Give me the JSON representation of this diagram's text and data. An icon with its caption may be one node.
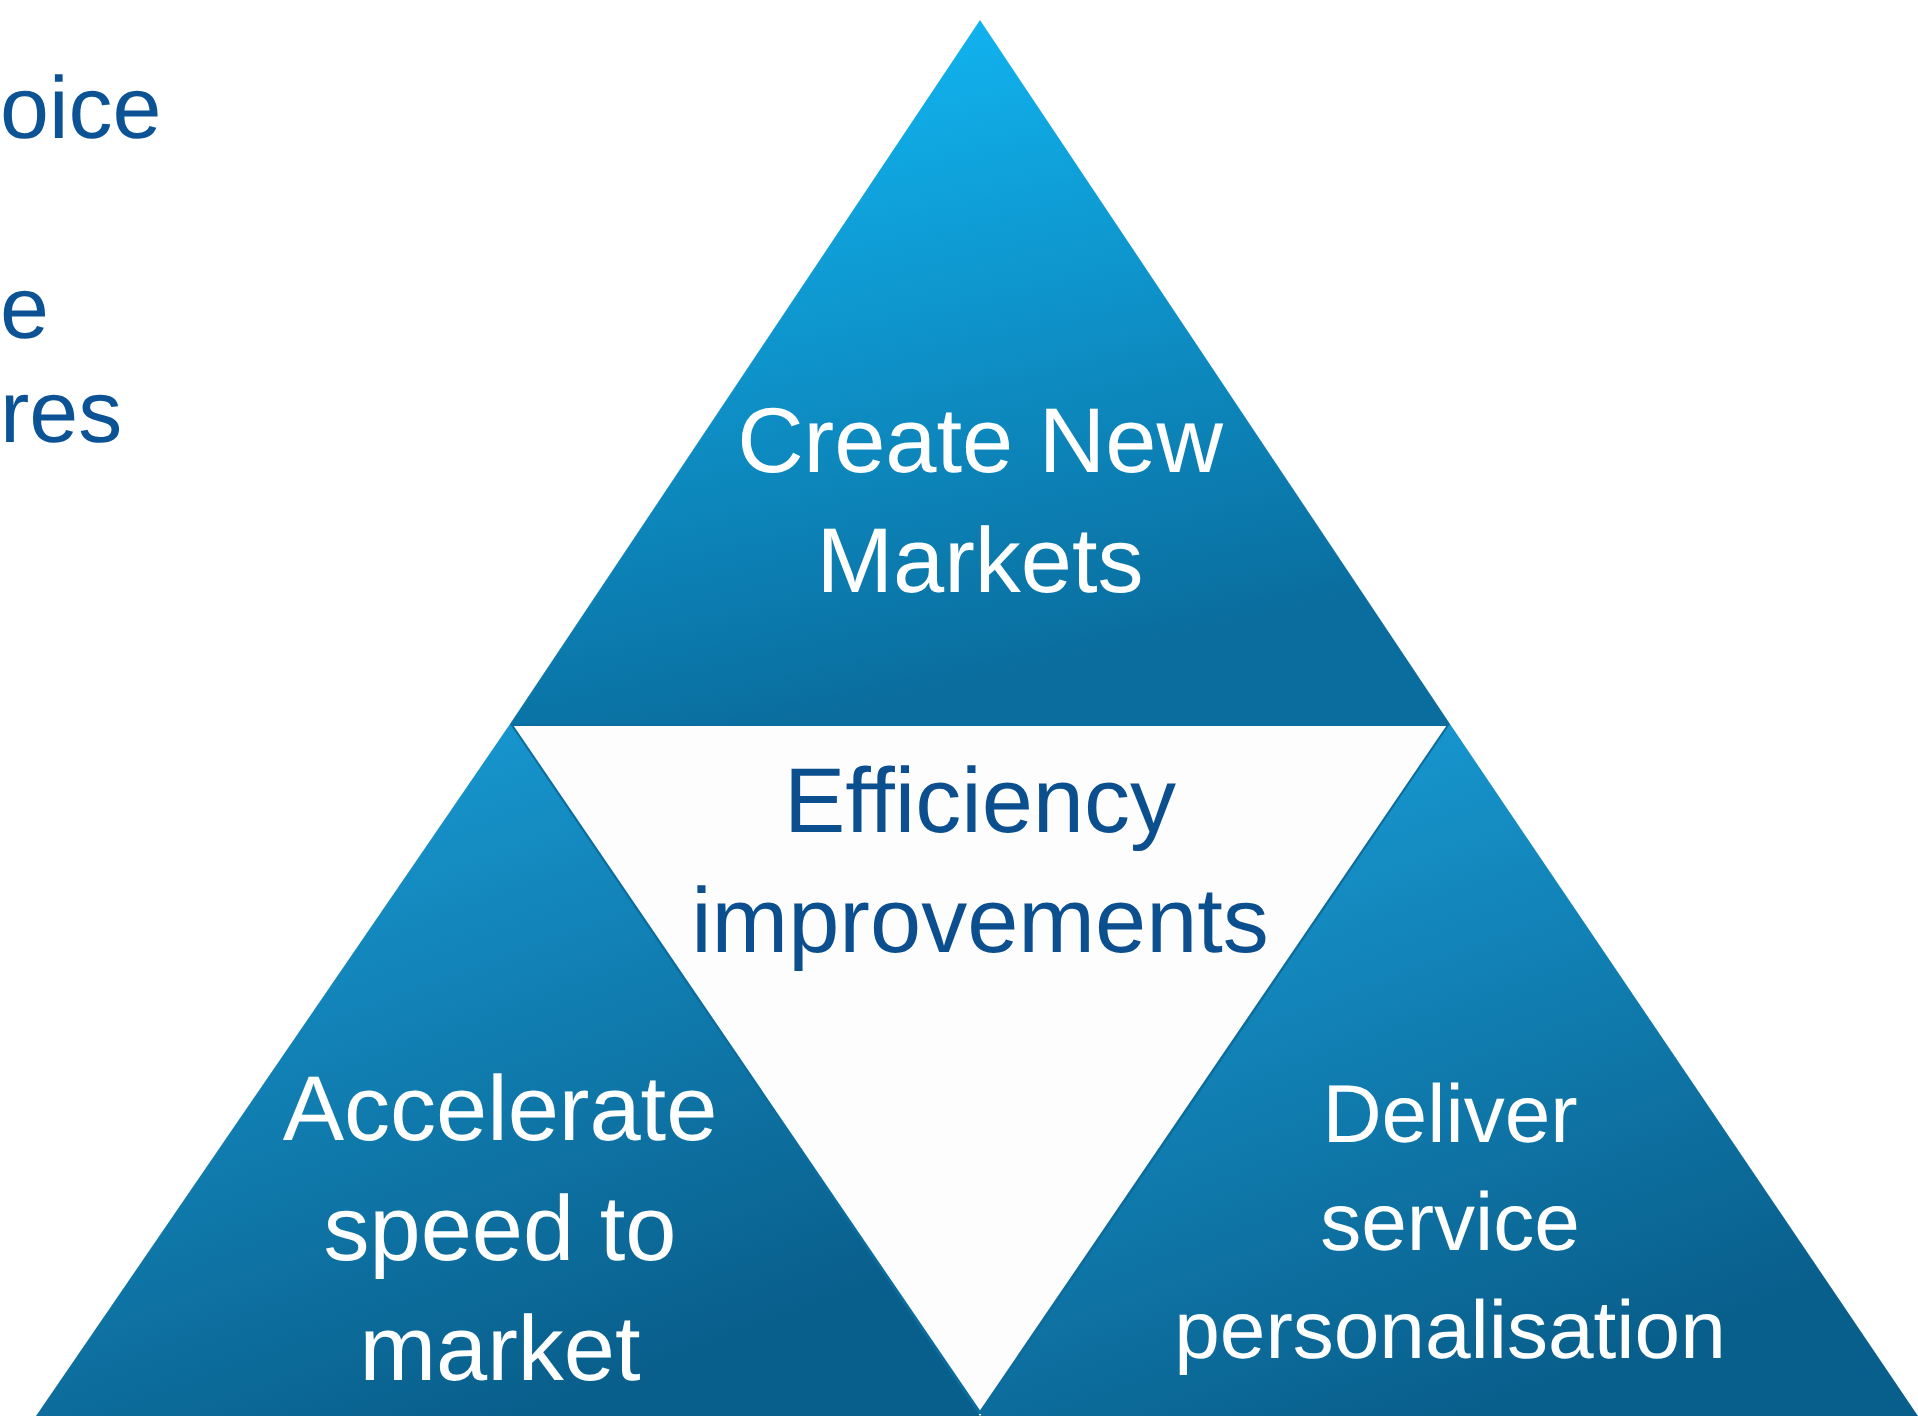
{
  "diagram": {
    "nodes": [
      {
        "text": [
          "Create New Markets"
        ]
      },
      {
        "text": [
          "Efficiency improvements"
        ]
      },
      {
        "text": [
          "Accelerate speed to market"
        ]
      },
      {
        "text": [
          "Deliver service personalisation"
        ]
      }
    ],
    "labels": [
      "oice",
      "e",
      "res"
    ]
  }
}
